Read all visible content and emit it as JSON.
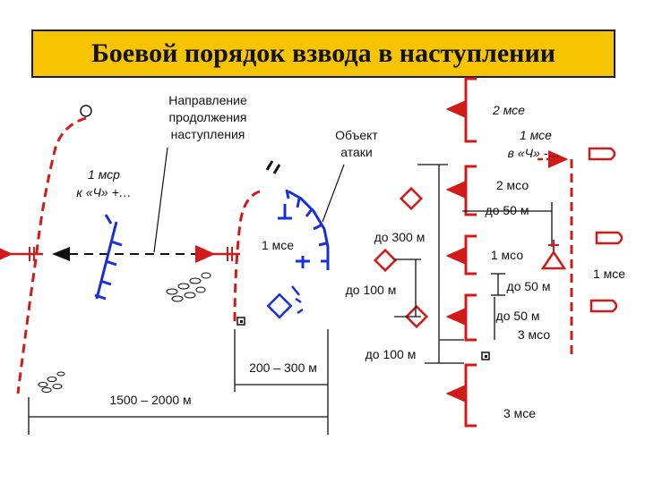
{
  "title": "Боевой порядок взвода в наступлении",
  "labels": {
    "direction_line1": "Направление",
    "direction_line2": "продолжения",
    "direction_line3": "наступления",
    "object_line1": "Объект",
    "object_line2": "атаки",
    "msr_line1": "1 мср",
    "msr_line2": "к «Ч» +…",
    "mse_left": "1 мсе",
    "upto300": "до 300 м",
    "upto100_a": "до 100 м",
    "upto100_b": "до 100 м",
    "dist_200_300": "200 – 300 м",
    "dist_1500_2000": "1500 – 2000 м",
    "mse2": "2 мсе",
    "mse1_line1": "1 мсе",
    "mse1_line2": "в «Ч» -…",
    "mso2": "2 мсо",
    "upto50_a": "до 50 м",
    "mso1": "1 мсо",
    "upto50_b": "до 50 м",
    "upto50_c": "до 50 м",
    "mso3": "3 мсо",
    "mse_right": "1 мсе",
    "mse3": "3 мсе"
  },
  "colors": {
    "title_bg": "#f6c400",
    "enemy_red": "#d11a1a",
    "friendly_blue": "#1a2fd6",
    "ink": "#111111"
  }
}
